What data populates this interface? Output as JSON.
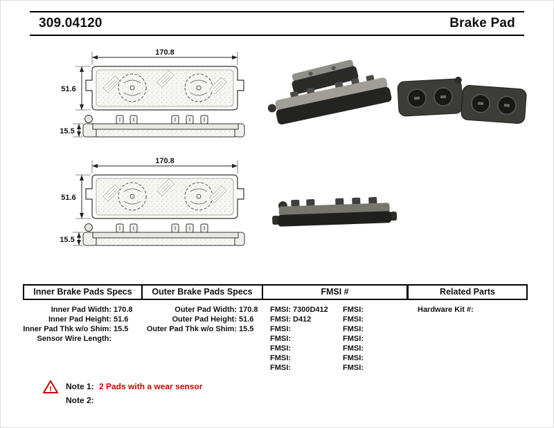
{
  "header": {
    "part_number": "309.04120",
    "title": "Brake Pad"
  },
  "drawing": {
    "width_dim": "170.8",
    "height_dim": "51.6",
    "thickness_dim": "15.5"
  },
  "table": {
    "inner": {
      "header": "Inner Brake Pads Specs",
      "rows": [
        {
          "label": "Inner Pad Width:",
          "value": "170.8"
        },
        {
          "label": "Inner Pad Height:",
          "value": "51.6"
        },
        {
          "label": "Inner Pad Thk w/o Shim:",
          "value": "15.5"
        },
        {
          "label": "Sensor Wire Length:",
          "value": ""
        }
      ]
    },
    "outer": {
      "header": "Outer Brake Pads Specs",
      "rows": [
        {
          "label": "Outer Pad Width:",
          "value": "170.8"
        },
        {
          "label": "Outer Pad Height:",
          "value": "51.6"
        },
        {
          "label": "Outer Pad Thk w/o Shim:",
          "value": "15.5"
        }
      ]
    },
    "fmsi": {
      "header": "FMSI #",
      "col1": [
        {
          "label": "FMSI:",
          "value": "7300D412"
        },
        {
          "label": "FMSI:",
          "value": "D412"
        },
        {
          "label": "FMSI:",
          "value": ""
        },
        {
          "label": "FMSI:",
          "value": ""
        },
        {
          "label": "FMSI:",
          "value": ""
        },
        {
          "label": "FMSI:",
          "value": ""
        },
        {
          "label": "FMSI:",
          "value": ""
        }
      ],
      "col2": [
        {
          "label": "FMSI:",
          "value": ""
        },
        {
          "label": "FMSI:",
          "value": ""
        },
        {
          "label": "FMSI:",
          "value": ""
        },
        {
          "label": "FMSI:",
          "value": ""
        },
        {
          "label": "FMSI:",
          "value": ""
        },
        {
          "label": "FMSI:",
          "value": ""
        },
        {
          "label": "FMSI:",
          "value": ""
        }
      ]
    },
    "related": {
      "header": "Related Parts",
      "rows": [
        {
          "label": "Hardware Kit #:",
          "value": ""
        }
      ]
    }
  },
  "notes": {
    "note1_label": "Note 1:",
    "note1_text": "2 Pads with a wear sensor",
    "note2_label": "Note 2:",
    "note2_text": ""
  },
  "colors": {
    "note_red": "#cc0000",
    "line_black": "#000000"
  }
}
